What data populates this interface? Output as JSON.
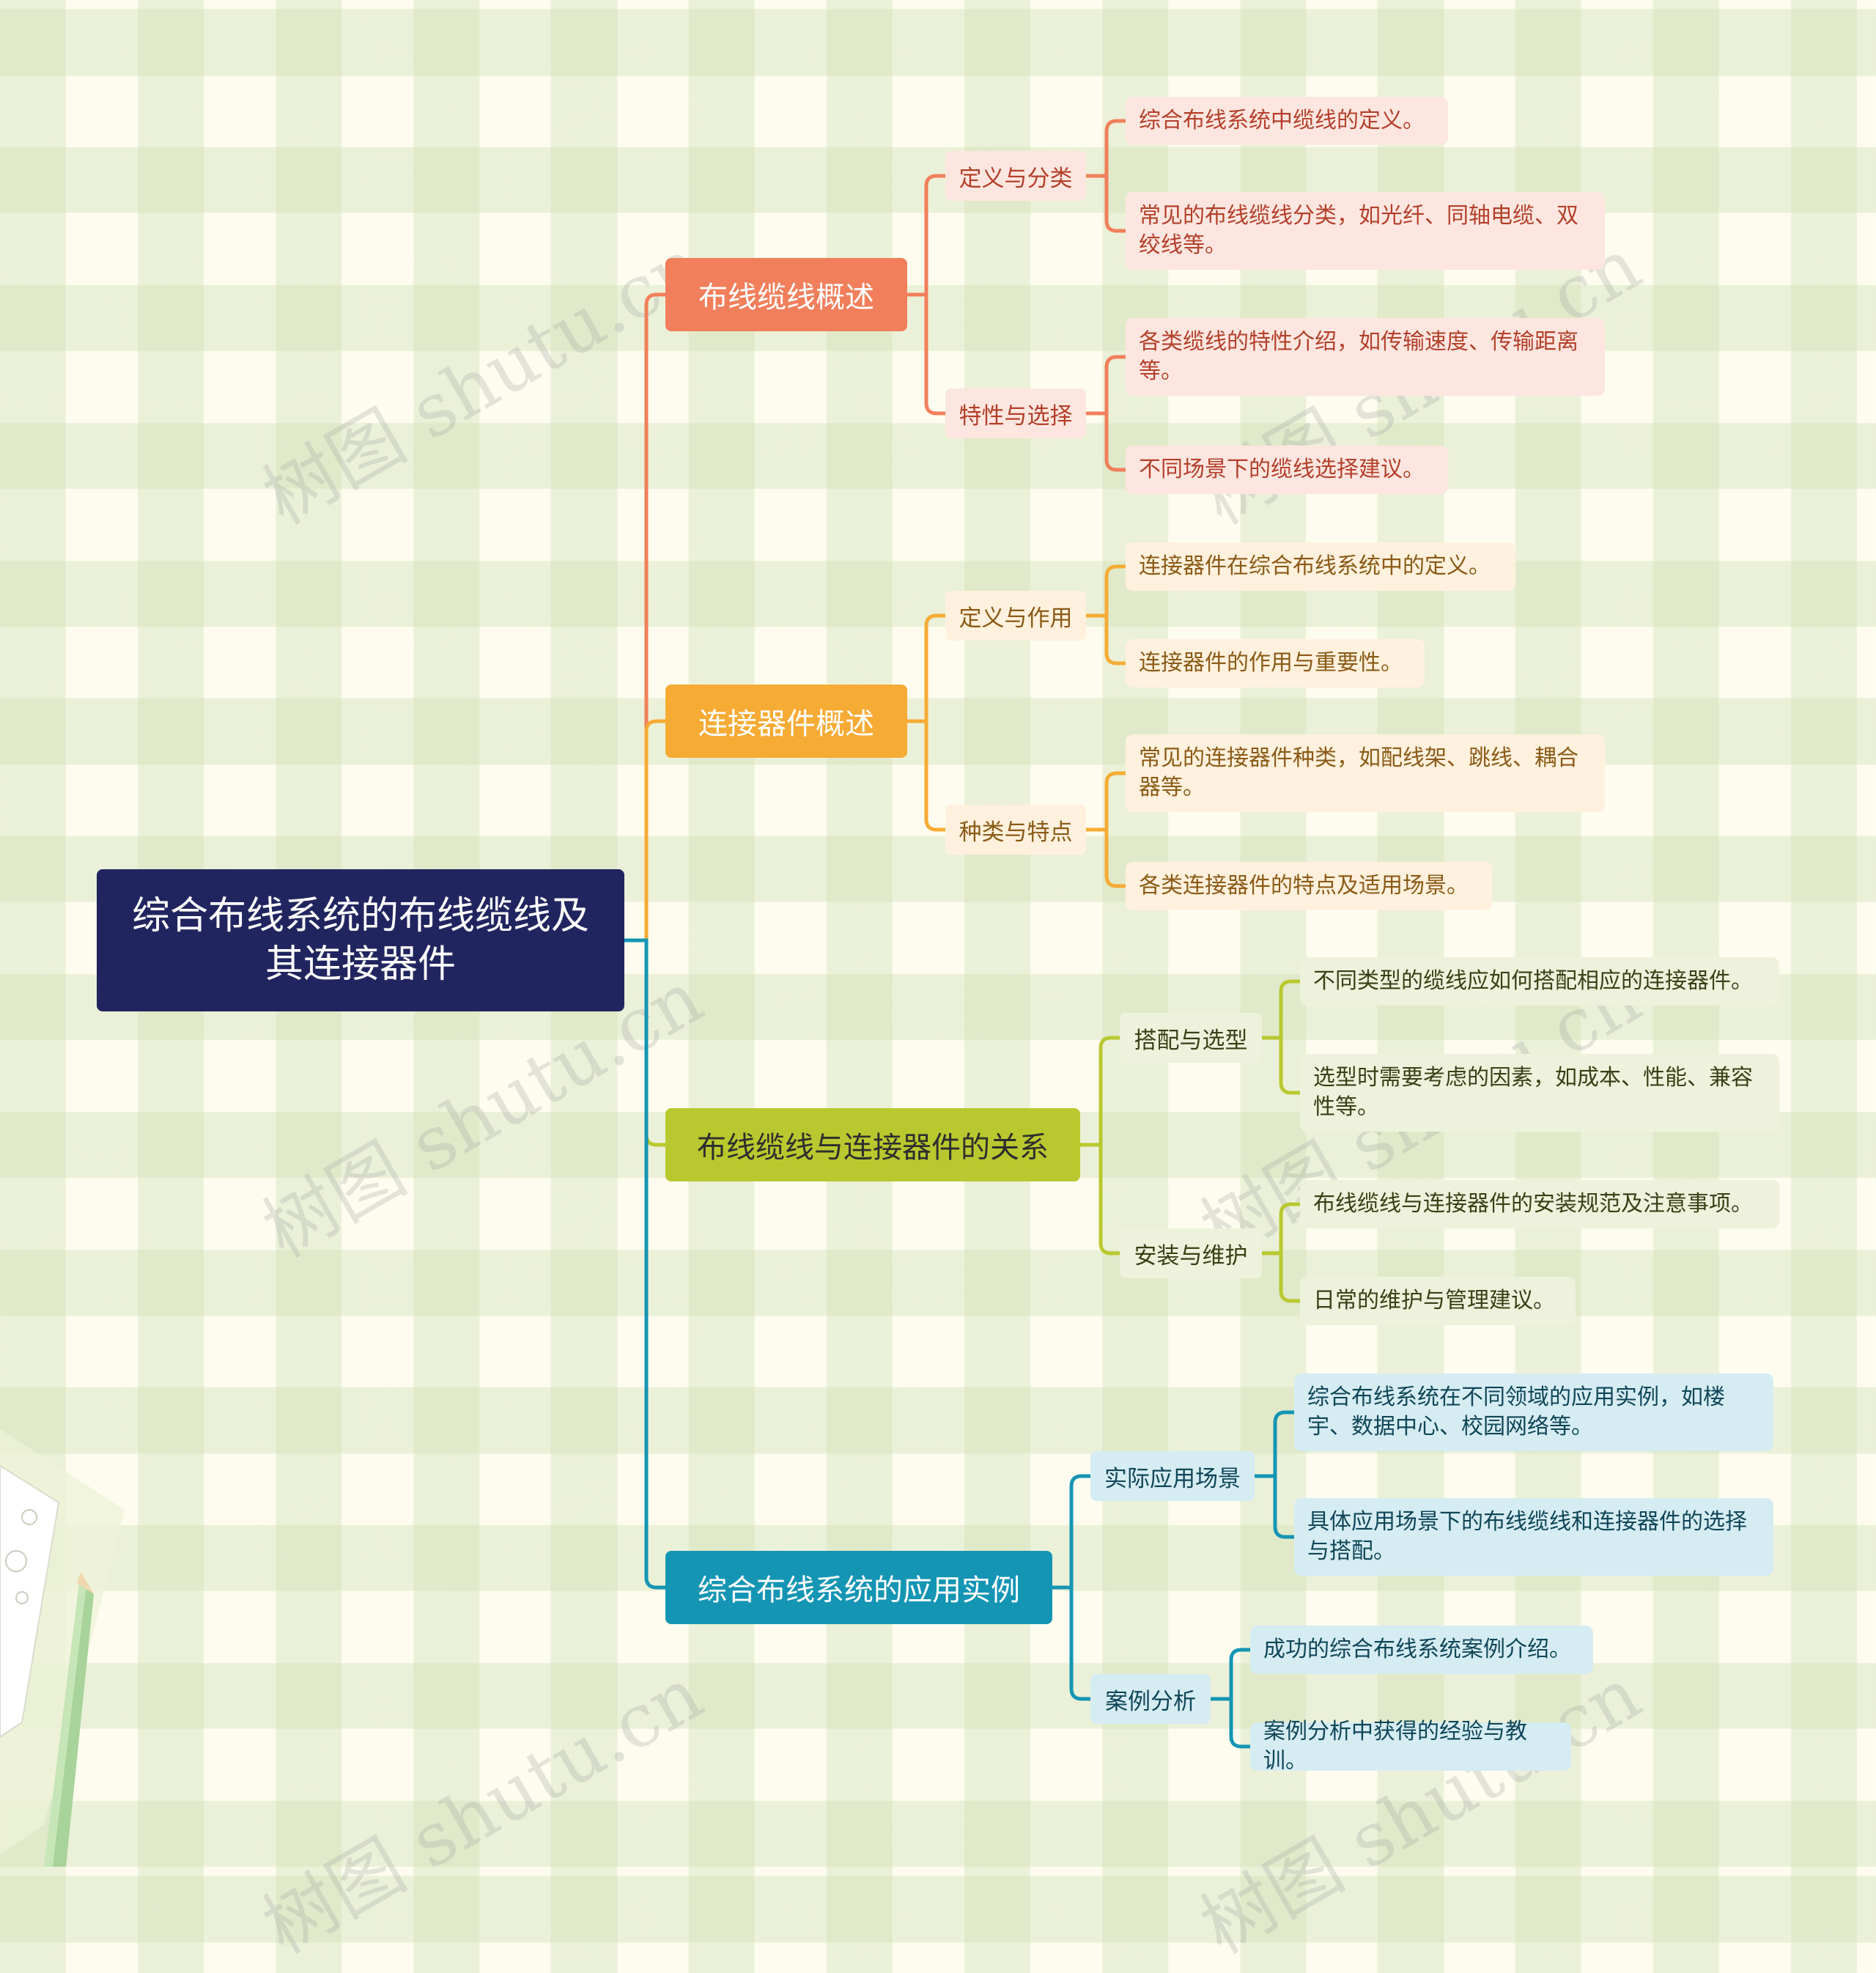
{
  "root": {
    "title": "综合布线系统的布线缆线及其连接器件"
  },
  "colors": {
    "root_bg": "#21255f",
    "branch1": "#f17f5b",
    "branch2": "#f6ab35",
    "branch3": "#b9c82e",
    "branch4": "#1595b4"
  },
  "branches": [
    {
      "label": "布线缆线概述",
      "subs": [
        {
          "label": "定义与分类",
          "leaves": [
            "综合布线系统中缆线的定义。",
            "常见的布线缆线分类，如光纤、同轴电缆、双绞线等。"
          ]
        },
        {
          "label": "特性与选择",
          "leaves": [
            "各类缆线的特性介绍，如传输速度、传输距离等。",
            "不同场景下的缆线选择建议。"
          ]
        }
      ]
    },
    {
      "label": "连接器件概述",
      "subs": [
        {
          "label": "定义与作用",
          "leaves": [
            "连接器件在综合布线系统中的定义。",
            "连接器件的作用与重要性。"
          ]
        },
        {
          "label": "种类与特点",
          "leaves": [
            "常见的连接器件种类，如配线架、跳线、耦合器等。",
            "各类连接器件的特点及适用场景。"
          ]
        }
      ]
    },
    {
      "label": "布线缆线与连接器件的关系",
      "subs": [
        {
          "label": "搭配与选型",
          "leaves": [
            "不同类型的缆线应如何搭配相应的连接器件。",
            "选型时需要考虑的因素，如成本、性能、兼容性等。"
          ]
        },
        {
          "label": "安装与维护",
          "leaves": [
            "布线缆线与连接器件的安装规范及注意事项。",
            "日常的维护与管理建议。"
          ]
        }
      ]
    },
    {
      "label": "综合布线系统的应用实例",
      "subs": [
        {
          "label": "实际应用场景",
          "leaves": [
            "综合布线系统在不同领域的应用实例，如楼宇、数据中心、校园网络等。",
            "具体应用场景下的布线缆线和连接器件的选择与搭配。"
          ]
        },
        {
          "label": "案例分析",
          "leaves": [
            "成功的综合布线系统案例介绍。",
            "案例分析中获得的经验与教训。"
          ]
        }
      ]
    }
  ],
  "watermark": "树图 shutu.cn",
  "decor": {
    "left_bottom": "pencil-illustration"
  }
}
